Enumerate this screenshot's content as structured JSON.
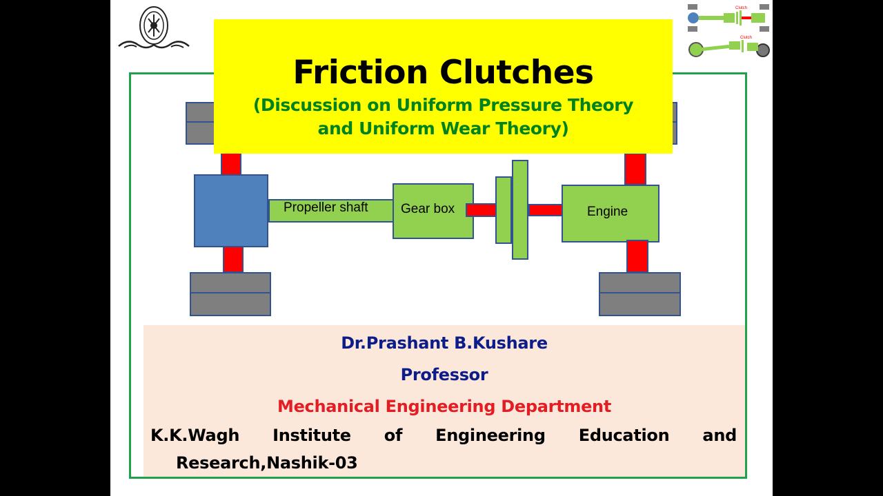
{
  "title": "Friction Clutches",
  "subtitle_line1": "(Discussion on Uniform Pressure Theory",
  "subtitle_line2": "and Uniform Wear Theory)",
  "diagram": {
    "propeller_shaft": "Propeller shaft",
    "gear_box": "Gear box",
    "engine": "Engine"
  },
  "thumbnail": {
    "clutch_label": "Clutch"
  },
  "author": {
    "name": "Dr.Prashant B.Kushare",
    "position": "Professor",
    "department": "Mechanical Engineering Department",
    "institute_line1": "K.K.Wagh Institute of Engineering Education and",
    "institute_line2": "Research,Nashik-03"
  },
  "colors": {
    "title_background": "#ffff00",
    "subtitle": "#00821f",
    "frame": "#1fa24a",
    "name": "#0c1c88",
    "department": "#e41c23",
    "info_background": "#fce7db"
  },
  "icons": [
    "institute-logo-icon",
    "clutch-thumbnail-icon"
  ]
}
